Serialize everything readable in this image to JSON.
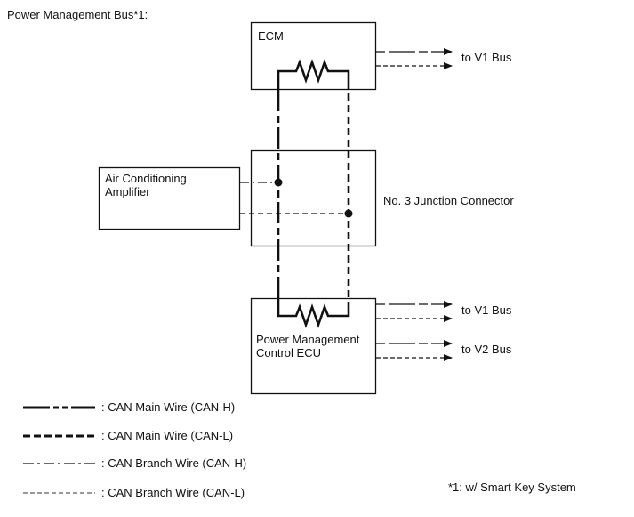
{
  "title": "Power Management Bus*1:",
  "components": {
    "ecm": "ECM",
    "ac_amp_line1": "Air Conditioning",
    "ac_amp_line2": "Amplifier",
    "junction": "No. 3 Junction Connector",
    "pmc_line1": "Power Management",
    "pmc_line2": "Control ECU"
  },
  "bus_labels": {
    "ecm_v1": "to V1 Bus",
    "pmc_v1": "to V1 Bus",
    "pmc_v2": "to V2 Bus"
  },
  "legend": [
    {
      "style": "main-h",
      "label": ": CAN Main Wire (CAN-H)"
    },
    {
      "style": "main-l",
      "label": ": CAN Main Wire (CAN-L)"
    },
    {
      "style": "branch-h",
      "label": ": CAN Branch Wire (CAN-H)"
    },
    {
      "style": "branch-l",
      "label": ": CAN Branch Wire (CAN-L)"
    }
  ],
  "footnote": "*1: w/ Smart Key System"
}
